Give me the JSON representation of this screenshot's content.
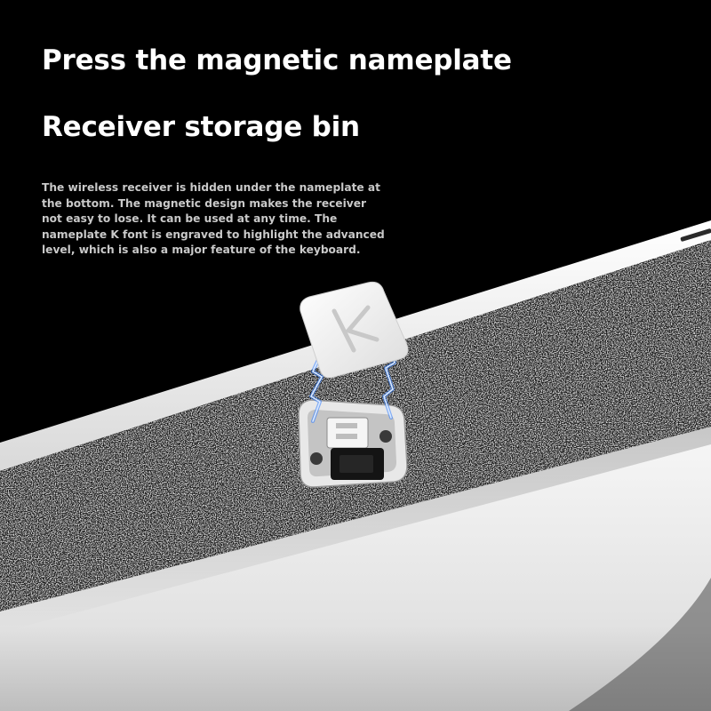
{
  "headlines": {
    "line1": "Press the magnetic nameplate",
    "line2": "Receiver storage bin"
  },
  "description": {
    "lines": [
      "The wireless receiver is hidden under the nameplate at",
      "the bottom. The magnetic design makes the receiver",
      "not easy to lose. It can be used at any time. The",
      "nameplate K font is engraved to highlight the advanced",
      "level, which is also a major feature of the keyboard."
    ]
  },
  "colors": {
    "background": "#000000",
    "headline_text": "#ffffff",
    "description_text": "#c9c9c9",
    "keyboard_frame": "#f1f1f1",
    "plate_texture": "#1c1c1c",
    "lightning": "#5aa8ff"
  },
  "icons": {
    "nameplate": "k-logo-icon",
    "receiver": "usb-receiver-icon",
    "magnet": "lightning-icon"
  }
}
